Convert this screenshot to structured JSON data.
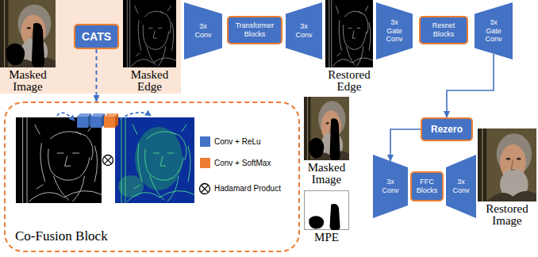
{
  "diagram": {
    "nodes": [
      {
        "text": [
          "Masked Image"
        ]
      },
      {
        "text": [
          "CATS"
        ]
      },
      {
        "text": [
          "Masked Edge"
        ]
      },
      {
        "text": [
          "3x Conv"
        ]
      },
      {
        "text": [
          "Transformer Blocks"
        ]
      },
      {
        "text": [
          "3x Conv"
        ]
      },
      {
        "text": [
          "Restored Edge"
        ]
      },
      {
        "text": [
          "3x Gate Conv"
        ]
      },
      {
        "text": [
          "Resnet Blocks"
        ]
      },
      {
        "text": [
          "3x Gate Conv"
        ]
      },
      {
        "text": [
          "Co-Fusion Block"
        ]
      },
      {
        "text": [
          "Rezero"
        ]
      },
      {
        "text": [
          "Masked Image"
        ]
      },
      {
        "text": [
          "MPE"
        ]
      },
      {
        "text": [
          "3x Conv"
        ]
      },
      {
        "text": [
          "FFC Blocks"
        ]
      },
      {
        "text": [
          "3x Conv"
        ]
      },
      {
        "text": [
          "Restored Image"
        ]
      }
    ],
    "edges": [
      {
        "from": 1,
        "to": 10,
        "arrow": "to"
      },
      {
        "from": 9,
        "to": 11,
        "arrow": "to"
      },
      {
        "from": 11,
        "to": 14,
        "arrow": "to"
      }
    ],
    "legend": [
      {
        "text": "Conv + ReLu",
        "color": "#4472c4"
      },
      {
        "text": "Conv + SoftMax",
        "color": "#ed7d31"
      },
      {
        "text": "Hadamard Product"
      }
    ]
  }
}
